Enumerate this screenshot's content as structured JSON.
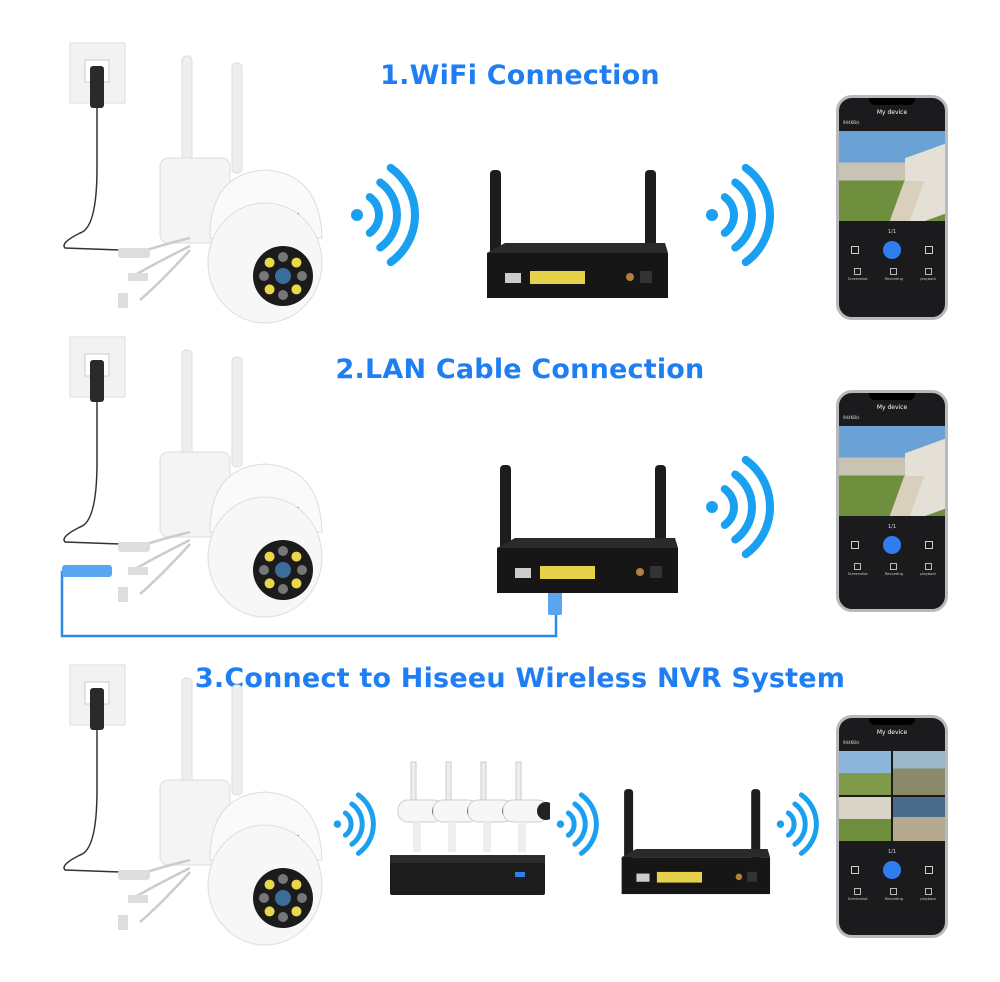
{
  "sections": [
    {
      "title": "1.WiFi Connection"
    },
    {
      "title": "2.LAN Cable Connection"
    },
    {
      "title": "3.Connect to Hiseeu Wireless NVR System"
    }
  ],
  "brand": {
    "logo": "Hiseeu"
  },
  "phone": {
    "header": "My device",
    "speed": "944KB/s",
    "page": "1/1",
    "buttons": [
      "Screenshot",
      "Recording",
      "playback"
    ]
  },
  "colors": {
    "accent": "#1e7ef2",
    "wave": "#1aa0f0",
    "cable": "#2f8be8"
  }
}
